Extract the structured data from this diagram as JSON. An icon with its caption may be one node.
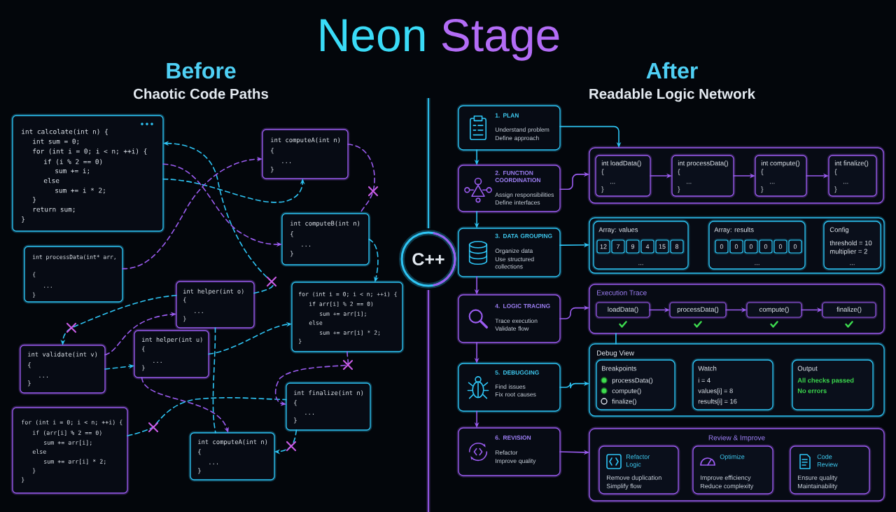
{
  "diagram": {
    "title": "Neon Stage",
    "nodes": [
      {
        "text": [
          "int calcolate(int n) {",
          "int sum = 0;",
          "for (int i = 0; i < n; ++i) {",
          "if (i % 2 == 0)",
          "sum += i;",
          "else",
          "sum += i * 2;",
          "}",
          "return sum;",
          "}"
        ]
      },
      {
        "text": [
          "int computeA(int n)",
          "{",
          "...",
          "}"
        ]
      },
      {
        "text": [
          "int processData(int* arr,",
          "{",
          "...",
          "}"
        ]
      },
      {
        "text": [
          "int computeB(int n)",
          "{",
          "...",
          "}"
        ]
      },
      {
        "text": [
          "int helper(int o)",
          "{",
          "...",
          "}"
        ]
      },
      {
        "text": [
          "for (int i = 0; i < n; ++i) {",
          "if arr[i] % 2 == 0)",
          "sum += arr[i];",
          "else",
          "sum += arr[i] * 2;",
          "}"
        ]
      },
      {
        "text": [
          "int validate(int v)",
          "{",
          "...",
          "}"
        ]
      },
      {
        "text": [
          "int helper(int u)",
          "{",
          "...",
          "}"
        ]
      },
      {
        "text": [
          "int finalize(int n)",
          "{",
          "...",
          "}"
        ]
      },
      {
        "text": [
          "for (int i = 0; i < n; ++i) {",
          "if (arr[i] % 2 == 0)",
          "sum += arr[i];",
          "else",
          "sum += arr[i] * 2;",
          "}",
          "}"
        ]
      },
      {
        "text": [
          "int computeA(int n)",
          "{",
          "...",
          "}"
        ]
      },
      {
        "text": [
          "C++"
        ]
      },
      {
        "text": [
          "1. PLAN",
          "Understand problem",
          "Define approach"
        ]
      },
      {
        "text": [
          "2. FUNCTION COORDINATION",
          "Assign responsibilities",
          "Define interfaces"
        ]
      },
      {
        "text": [
          "3. DATA GROUPING",
          "Organize data",
          "Use structured collections"
        ]
      },
      {
        "text": [
          "4. LOGIC TRACING",
          "Trace execution",
          "Validate flow"
        ]
      },
      {
        "text": [
          "5. DEBUGGING",
          "Find issues",
          "Fix root causes"
        ]
      },
      {
        "text": [
          "6. REVISION",
          "Refactor",
          "Improve quality"
        ]
      },
      {
        "text": [],
        "shape": "box"
      },
      {
        "text": [
          "int loadData()",
          "{",
          "...",
          "}"
        ],
        "in": 18
      },
      {
        "text": [
          "int processData()",
          "{",
          "...",
          "}"
        ],
        "in": 18
      },
      {
        "text": [
          "int compute()",
          "{",
          "...",
          "}"
        ],
        "in": 18
      },
      {
        "text": [
          "int finalize()",
          "{",
          "...",
          "}"
        ],
        "in": 18
      },
      {
        "text": [],
        "shape": "box"
      },
      {
        "text": [
          "Array: values",
          "..."
        ],
        "in": 23
      },
      {
        "text": [
          "Array: results",
          "..."
        ],
        "in": 23
      },
      {
        "text": [
          "Config",
          "threshold = 10",
          "multiplier = 2",
          "..."
        ],
        "in": 23
      },
      {
        "text": [
          "12"
        ],
        "in": 24
      },
      {
        "text": [
          "7"
        ],
        "in": 24
      },
      {
        "text": [
          "9"
        ],
        "in": 24
      },
      {
        "text": [
          "4"
        ],
        "in": 24
      },
      {
        "text": [
          "15"
        ],
        "in": 24
      },
      {
        "text": [
          "8"
        ],
        "in": 24
      },
      {
        "text": [
          "0"
        ],
        "in": 25
      },
      {
        "text": [
          "0"
        ],
        "in": 25
      },
      {
        "text": [
          "0"
        ],
        "in": 25
      },
      {
        "text": [
          "0"
        ],
        "in": 25
      },
      {
        "text": [
          "0"
        ],
        "in": 25
      },
      {
        "text": [
          "0"
        ],
        "in": 25
      },
      {
        "text": [
          "Execution Trace"
        ]
      },
      {
        "text": [
          "loadData()"
        ],
        "in": 39
      },
      {
        "text": [
          "processData()"
        ],
        "in": 39
      },
      {
        "text": [
          "compute()"
        ],
        "in": 39
      },
      {
        "text": [
          "finalize()"
        ],
        "in": 39
      },
      {
        "text": [
          "Debug View"
        ]
      },
      {
        "text": [
          "Breakpoints",
          "processData()",
          "compute()",
          "finalize()"
        ],
        "in": 44
      },
      {
        "text": [
          "Watch",
          "i = 4",
          "values[i] = 8",
          "results[i] = 16"
        ],
        "in": 44
      },
      {
        "text": [
          "Output",
          "All checks passed",
          "No errors"
        ],
        "in": 44
      },
      {
        "text": [
          "Review & Improve"
        ]
      },
      {
        "text": [
          "Refactor Logic",
          "Remove duplication",
          "Simplify flow"
        ],
        "in": 48
      },
      {
        "text": [
          "Optimize",
          "Improve efficiency",
          "Reduce complexity"
        ],
        "in": 48
      },
      {
        "text": [
          "Code Review",
          "Ensure quality",
          "Maintainability"
        ],
        "in": 48
      }
    ],
    "edges": [
      {
        "from": 4,
        "to": 0,
        "arrow": "to",
        "style": "dashed",
        "color": "#2ec5f5"
      },
      {
        "from": 0,
        "to": 3,
        "arrow": "to",
        "style": "dashed"
      },
      {
        "from": 0,
        "to": 1,
        "arrow": "to",
        "style": "dashed",
        "color": "#2ec5f5"
      },
      {
        "from": 2,
        "to": 1,
        "arrow": "to",
        "style": "dashed"
      },
      {
        "from": 1,
        "to": 3,
        "arrow": "none",
        "style": "dashed"
      },
      {
        "from": 3,
        "to": 5,
        "arrow": "to",
        "style": "dashed",
        "color": "#2ec5f5"
      },
      {
        "from": 4,
        "to": 6,
        "arrow": "to",
        "style": "dashed",
        "color": "#2ec5f5"
      },
      {
        "from": 6,
        "to": 7,
        "arrow": "to",
        "style": "dashed",
        "color": "#2ec5f5"
      },
      {
        "from": 7,
        "to": 10,
        "arrow": "to",
        "style": "dashed"
      },
      {
        "from": 9,
        "to": 8,
        "arrow": "none",
        "style": "dashed",
        "color": "#2ec5f5"
      },
      {
        "from": 5,
        "to": 8,
        "arrow": "to",
        "style": "dashed"
      },
      {
        "from": 8,
        "to": 10,
        "arrow": "to",
        "style": "dashed",
        "color": "#2ec5f5"
      },
      {
        "from": 7,
        "to": 5,
        "arrow": "to",
        "style": "dashed",
        "color": "#2ec5f5"
      },
      {
        "from": 4,
        "to": 10,
        "arrow": "none",
        "style": "dashed",
        "color": "#2ec5f5"
      },
      {
        "from": 6,
        "to": 4,
        "arrow": "to",
        "style": "dashed"
      },
      {
        "from": 12,
        "to": 13,
        "arrow": "to",
        "color": "#2ec5f5"
      },
      {
        "from": 13,
        "to": 14,
        "arrow": "to",
        "color": "#2ec5f5"
      },
      {
        "from": 14,
        "to": 15,
        "arrow": "to"
      },
      {
        "from": 15,
        "to": 16,
        "arrow": "to"
      },
      {
        "from": 16,
        "to": 17,
        "arrow": "to"
      },
      {
        "from": 12,
        "to": 18,
        "arrow": "to",
        "color": "#2ec5f5"
      },
      {
        "from": 13,
        "to": 18,
        "arrow": "to"
      },
      {
        "from": 19,
        "to": 20,
        "arrow": "to"
      },
      {
        "from": 20,
        "to": 21,
        "arrow": "to"
      },
      {
        "from": 21,
        "to": 22,
        "arrow": "to"
      },
      {
        "from": 14,
        "to": 23,
        "arrow": "to",
        "color": "#2ec5f5"
      },
      {
        "from": 15,
        "to": 39,
        "arrow": "to"
      },
      {
        "from": 40,
        "to": 41,
        "arrow": "to"
      },
      {
        "from": 41,
        "to": 42,
        "arrow": "to"
      },
      {
        "from": 42,
        "to": 43,
        "arrow": "to"
      },
      {
        "from": 39,
        "to": 44,
        "arrow": "none",
        "color": "#2ec5f5"
      },
      {
        "from": 16,
        "to": 44,
        "arrow": "to",
        "color": "#2ec5f5"
      },
      {
        "from": 17,
        "to": 48,
        "arrow": "to"
      }
    ],
    "labels": [
      "Before",
      "Chaotic Code Paths",
      "After",
      "Readable Logic Network"
    ]
  }
}
